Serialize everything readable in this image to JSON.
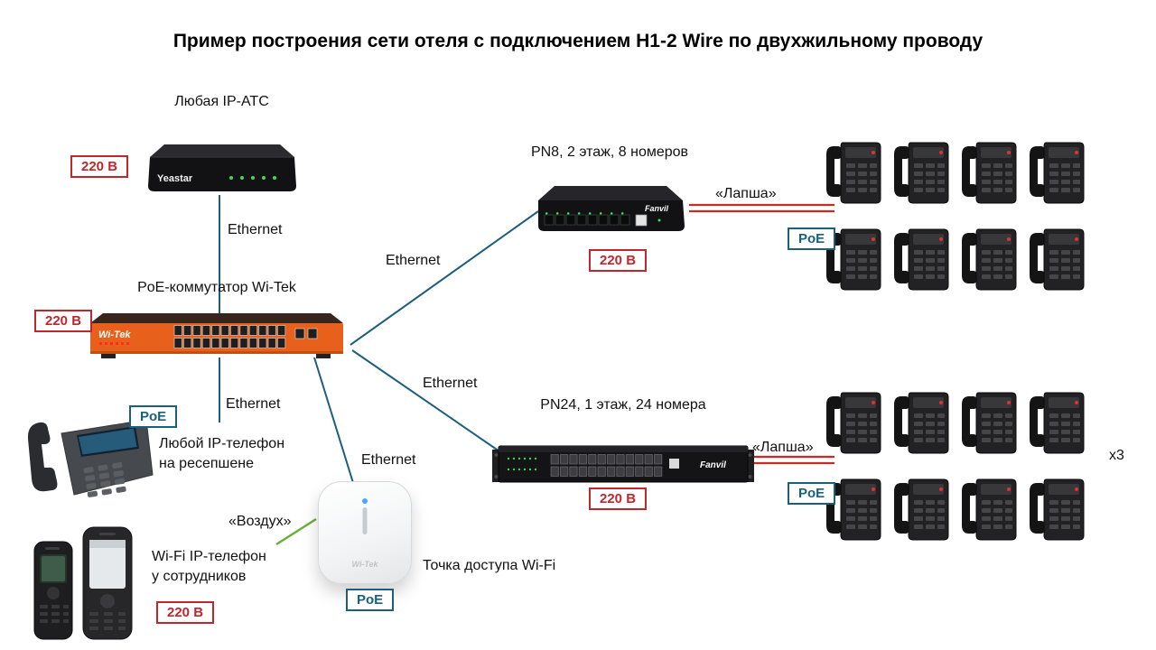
{
  "title": "Пример построения сети отеля с подключением H1-2 Wire по двухжильному проводу",
  "labels": {
    "power": "220 В",
    "poe": "PoE",
    "ethernet": "Ethernet",
    "lapsha": "«Лапша»",
    "air": "«Воздух»",
    "multiplier": "x3"
  },
  "nodes": {
    "pbx": {
      "label": "Любая IP-АТС",
      "brand": "Yeastar"
    },
    "core_switch": {
      "label": "PoE-коммутатор Wi-Tek",
      "brand": "Wi-Tek"
    },
    "pn8": {
      "label": "PN8, 2 этаж, 8 номеров",
      "brand": "Fanvil"
    },
    "pn24": {
      "label": "PN24, 1 этаж, 24 номера",
      "brand": "Fanvil"
    },
    "reception_phone": {
      "label_line1": "Любой IP-телефон",
      "label_line2": "на ресепшене"
    },
    "wifi_phone": {
      "label_line1": "Wi-Fi IP-телефон",
      "label_line2": "у сотрудников"
    },
    "access_point": {
      "label": "Точка доступа Wi-Fi",
      "brand": "Wi-Tek"
    }
  },
  "phone_groups": {
    "pn8": {
      "count": 8
    },
    "pn24": {
      "count": 8
    }
  },
  "colors": {
    "power_badge": "#c0272d",
    "poe_badge": "#19607e",
    "wire": "#1d5e7d",
    "wire_air": "#6aae3e",
    "wire_lapsha": "#cc2a22",
    "switch_orange": "#e8611c"
  }
}
